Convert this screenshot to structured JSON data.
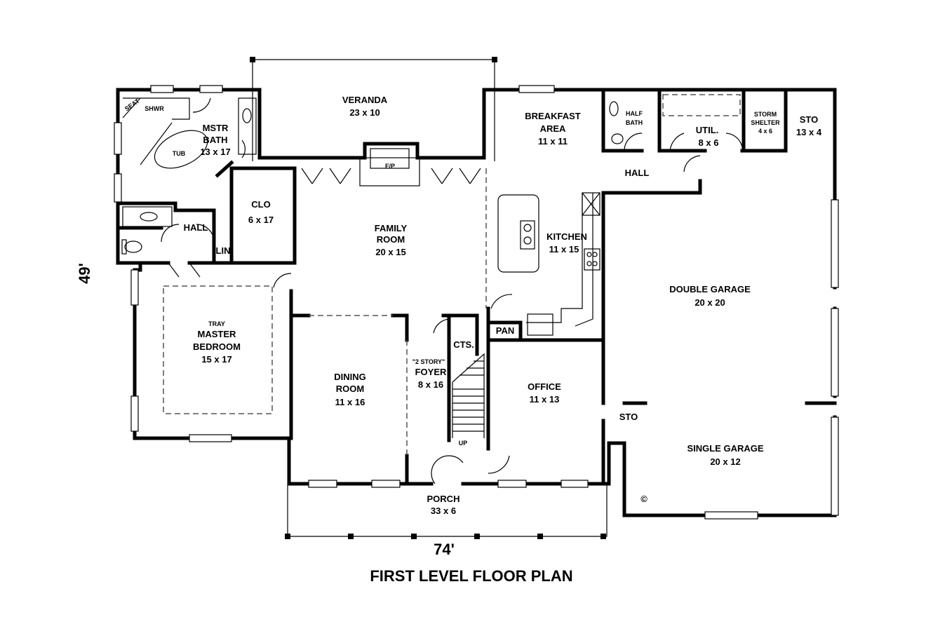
{
  "title": "FIRST LEVEL FLOOR PLAN",
  "dimensions": {
    "width": "74'",
    "depth": "49'"
  },
  "copyright_symbol": "©",
  "rooms": {
    "veranda": {
      "name": "VERANDA",
      "size": "23 x 10"
    },
    "breakfast": {
      "name1": "BREAKFAST",
      "name2": "AREA",
      "size": "11 x 11"
    },
    "half_bath": {
      "name1": "HALF",
      "name2": "BATH"
    },
    "util": {
      "name": "UTIL.",
      "size": "8 x 6"
    },
    "storm_shelter": {
      "name1": "STORM",
      "name2": "SHELTER",
      "size": "4 x 6"
    },
    "sto_top": {
      "name": "STO",
      "size": "13 x 4"
    },
    "seat": {
      "name": "SEAT"
    },
    "shwr": {
      "name": "SHWR"
    },
    "mstr_bath": {
      "name1": "MSTR",
      "name2": "BATH",
      "size": "13 x 17"
    },
    "tub": {
      "name": "TUB"
    },
    "fireplace": {
      "name": "F/P"
    },
    "clo": {
      "name": "CLO",
      "size": "6 x 17"
    },
    "hall_left": {
      "name": "HALL"
    },
    "lin": {
      "name": "LIN"
    },
    "family_room": {
      "name1": "FAMILY",
      "name2": "ROOM",
      "size": "20 x 15"
    },
    "kitchen": {
      "name": "KITCHEN",
      "size": "11 x 15"
    },
    "hall_right": {
      "name": "HALL"
    },
    "double_garage": {
      "name": "DOUBLE GARAGE",
      "size": "20 x 20"
    },
    "master_bedroom": {
      "name1": "TRAY",
      "name2": "MASTER",
      "name3": "BEDROOM",
      "size": "15 x 17"
    },
    "pan": {
      "name": "PAN"
    },
    "cts": {
      "name": "CTS."
    },
    "dining_room": {
      "name1": "DINING",
      "name2": "ROOM",
      "size": "11 x 16"
    },
    "foyer": {
      "note": "\"2 STORY\"",
      "name": "FOYER",
      "size": "8 x 16"
    },
    "stairs": {
      "label": "UP"
    },
    "office": {
      "name": "OFFICE",
      "size": "11 x 13"
    },
    "sto_garage": {
      "name": "STO"
    },
    "single_garage": {
      "name": "SINGLE GARAGE",
      "size": "20 x 12"
    },
    "porch": {
      "name": "PORCH",
      "size": "33 x 6"
    }
  }
}
